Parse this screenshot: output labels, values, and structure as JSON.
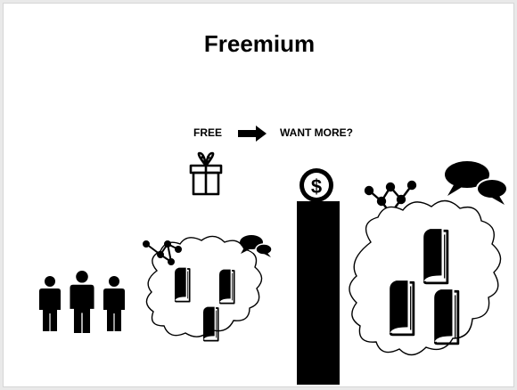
{
  "slide": {
    "title": "Freemium",
    "free_label": "FREE",
    "want_more_label": "WANT MORE?",
    "dollar_symbol": "$"
  },
  "icons": [
    "people-icon",
    "gift-icon",
    "arrow-right-icon",
    "network-icon",
    "speech-bubbles-icon",
    "book-icon",
    "dollar-coin-icon",
    "cloud-icon"
  ],
  "colors": {
    "ink": "#000000",
    "background": "#ffffff"
  }
}
